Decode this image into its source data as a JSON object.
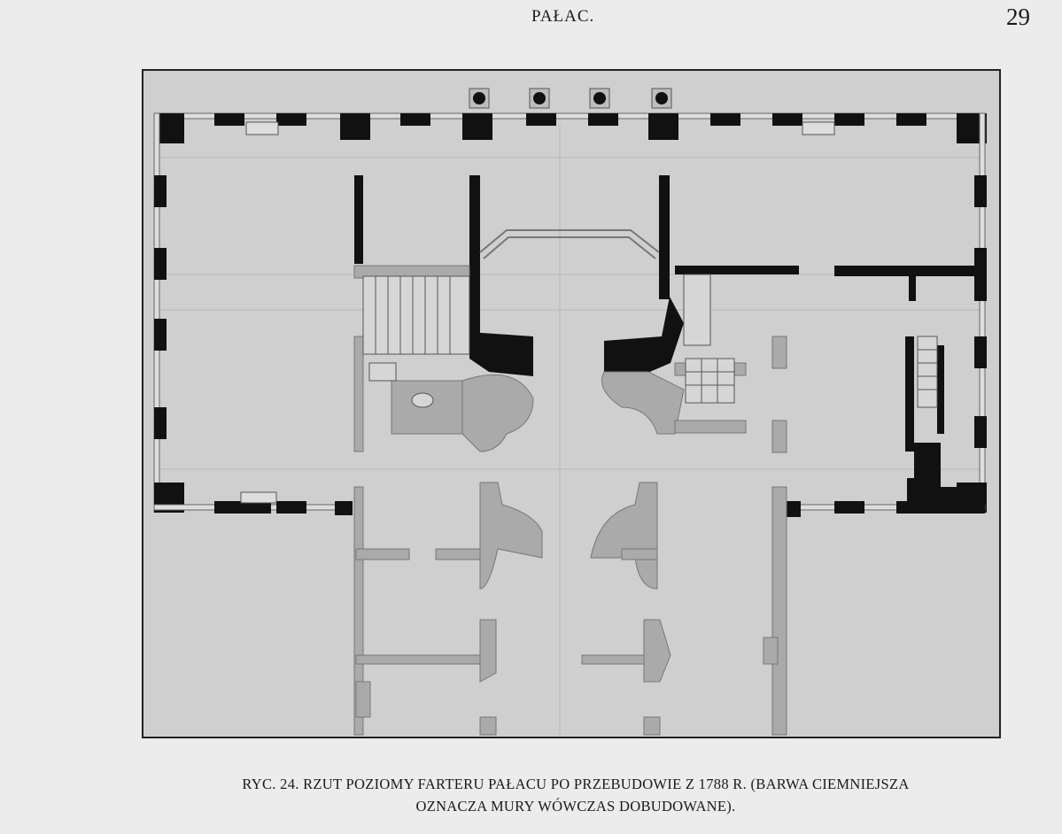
{
  "page": {
    "running_title": "PAŁAC.",
    "page_number": "29"
  },
  "figure": {
    "caption_line1": "RYC. 24. RZUT POZIOMY FARTERU PAŁACU PO PRZEBUDOWIE Z 1788 R. (BARWA CIEMNIEJSZA",
    "caption_line2": "OZNACZA MURY WÓWCZAS DOBUDOWANE).",
    "colors": {
      "paper": "#cfcfcf",
      "new_walls": "#111111",
      "old_walls": "#aaaaaa"
    }
  }
}
